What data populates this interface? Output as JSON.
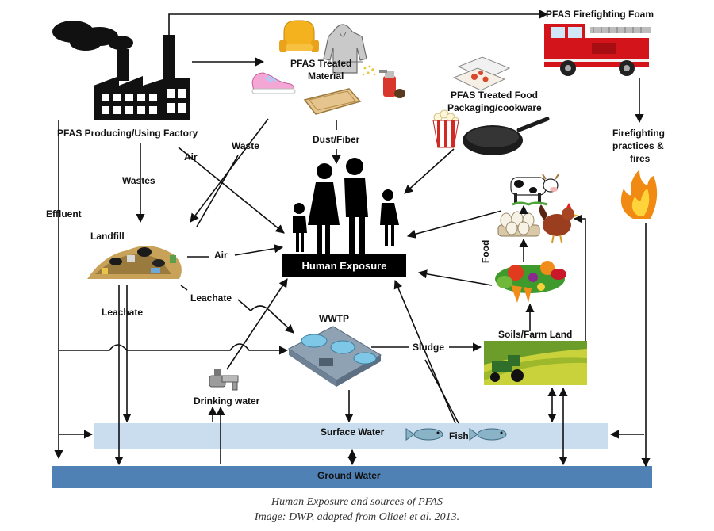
{
  "labels": {
    "factory": "PFAS Producing/Using Factory",
    "treated_material_1": "PFAS Treated",
    "treated_material_2": "Material",
    "firefighting_foam": "PFAS Firefighting Foam",
    "food_packaging_1": "PFAS Treated Food",
    "food_packaging_2": "Packaging/cookware",
    "firefighting_1": "Firefighting",
    "firefighting_2": "practices &",
    "firefighting_3": "fires",
    "air_1": "Air",
    "air_2": "Air",
    "waste": "Waste",
    "wastes": "Wastes",
    "dust_fiber": "Dust/Fiber",
    "effluent": "Effluent",
    "landfill": "Landfill",
    "leachate_1": "Leachate",
    "leachate_2": "Leachate",
    "human_exposure": "Human Exposure",
    "food": "Food",
    "wwtp": "WWTP",
    "sludge": "Sludge",
    "soils_farm": "Soils/Farm Land",
    "drinking_water": "Drinking water",
    "surface_water": "Surface Water",
    "fish": "Fish",
    "ground_water": "Ground Water"
  },
  "caption": {
    "line1": "Human Exposure and sources of PFAS",
    "line2": "Image: DWP, adapted from Oliaei et al. 2013."
  },
  "colors": {
    "surface_water": "#c9ddef",
    "ground_water": "#4f81b4",
    "human_box": "#000000",
    "fire_truck": "#d4141b",
    "field": "#c9d23a"
  }
}
